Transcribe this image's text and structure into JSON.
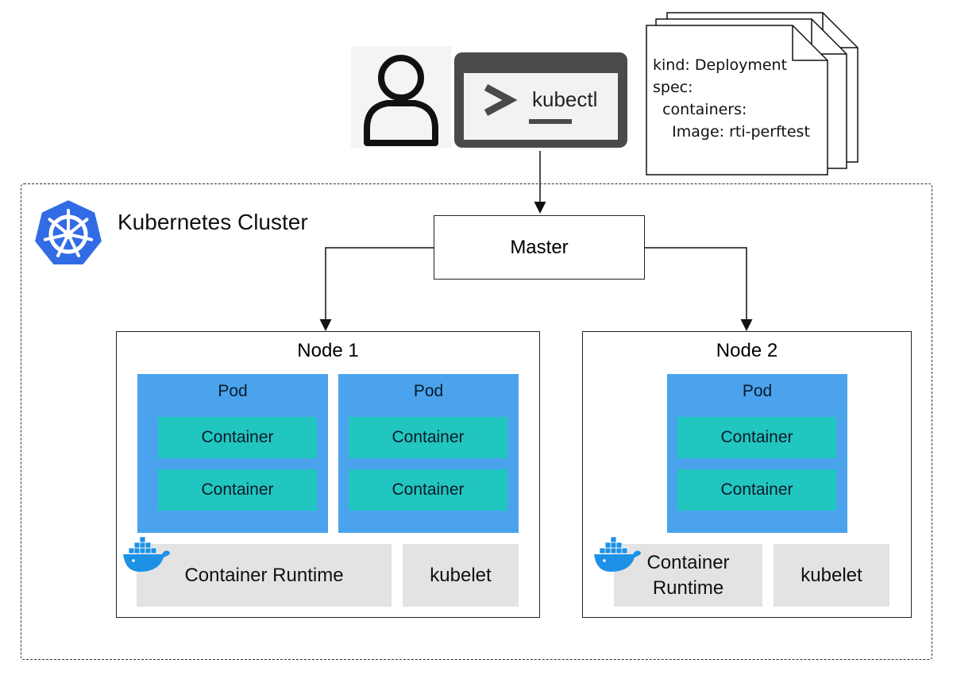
{
  "kubectl": {
    "label": "kubectl"
  },
  "manifest": {
    "lines": [
      "kind: Deployment",
      "spec:",
      "  containers:",
      "    Image: rti-perftest"
    ]
  },
  "cluster": {
    "title": "Kubernetes Cluster"
  },
  "master": {
    "label": "Master"
  },
  "nodes": [
    {
      "title": "Node 1",
      "pods": [
        {
          "label": "Pod",
          "containers": [
            "Container",
            "Container"
          ]
        },
        {
          "label": "Pod",
          "containers": [
            "Container",
            "Container"
          ]
        }
      ],
      "runtime": "Container Runtime",
      "kubelet": "kubelet"
    },
    {
      "title": "Node 2",
      "pods": [
        {
          "label": "Pod",
          "containers": [
            "Container",
            "Container"
          ]
        }
      ],
      "runtime": "Container Runtime",
      "kubelet": "kubelet"
    }
  ],
  "colors": {
    "pod": "#4aa3ec",
    "container": "#22c6c0",
    "runtime": "#e3e3e3",
    "kubernetes": "#326ce5",
    "docker": "#1d91e6"
  },
  "icons": [
    "user-icon",
    "terminal-icon",
    "document-stack-icon",
    "kubernetes-logo-icon",
    "docker-whale-icon"
  ]
}
